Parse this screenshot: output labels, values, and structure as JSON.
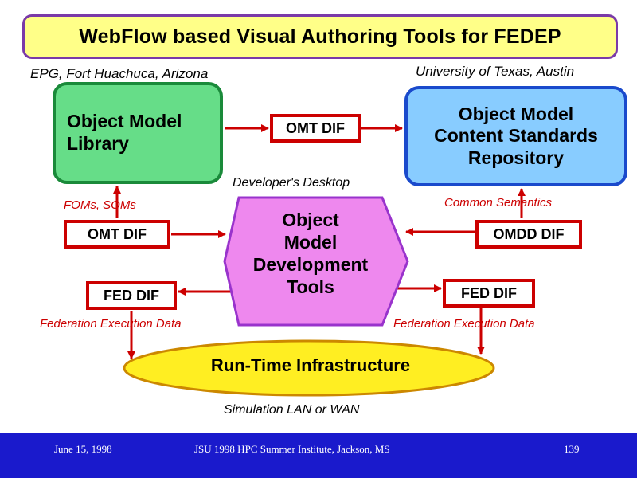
{
  "title": "WebFlow based Visual Authoring Tools for FEDEP",
  "labels": {
    "epg": "EPG, Fort Huachuca, Arizona",
    "utexas": "University of Texas, Austin",
    "developers_desktop": "Developer's Desktop",
    "foms_soms": "FOMs, SOMs",
    "common_semantics": "Common Semantics",
    "fed_exec_left": "Federation Execution Data",
    "fed_exec_right": "Federation Execution Data",
    "simulation_lan": "Simulation LAN or WAN"
  },
  "boxes": {
    "object_model_library": [
      "Object Model",
      "Library"
    ],
    "content_standards_repository": [
      "Object Model",
      "Content Standards",
      "Repository"
    ],
    "development_tools": [
      "Object",
      "Model",
      "Development",
      "Tools"
    ],
    "rti": "Run-Time Infrastructure"
  },
  "difs": {
    "omt_dif_top": "OMT DIF",
    "omt_dif_left": "OMT DIF",
    "omdd_dif": "OMDD DIF",
    "fed_dif_left": "FED DIF",
    "fed_dif_right": "FED DIF"
  },
  "footer": {
    "date": "June 15,  1998",
    "event": "JSU 1998 HPC Summer Institute, Jackson, MS",
    "page": "139"
  },
  "colors": {
    "banner_fill": "#ffff88",
    "banner_border": "#7a3aa8",
    "library_fill": "#66dd88",
    "repository_fill": "#88ccff",
    "hexagon_fill": "#ee88ee",
    "rti_fill": "#ffee22",
    "arrow_red": "#cc0000",
    "footer_bg": "#1a1acc"
  }
}
